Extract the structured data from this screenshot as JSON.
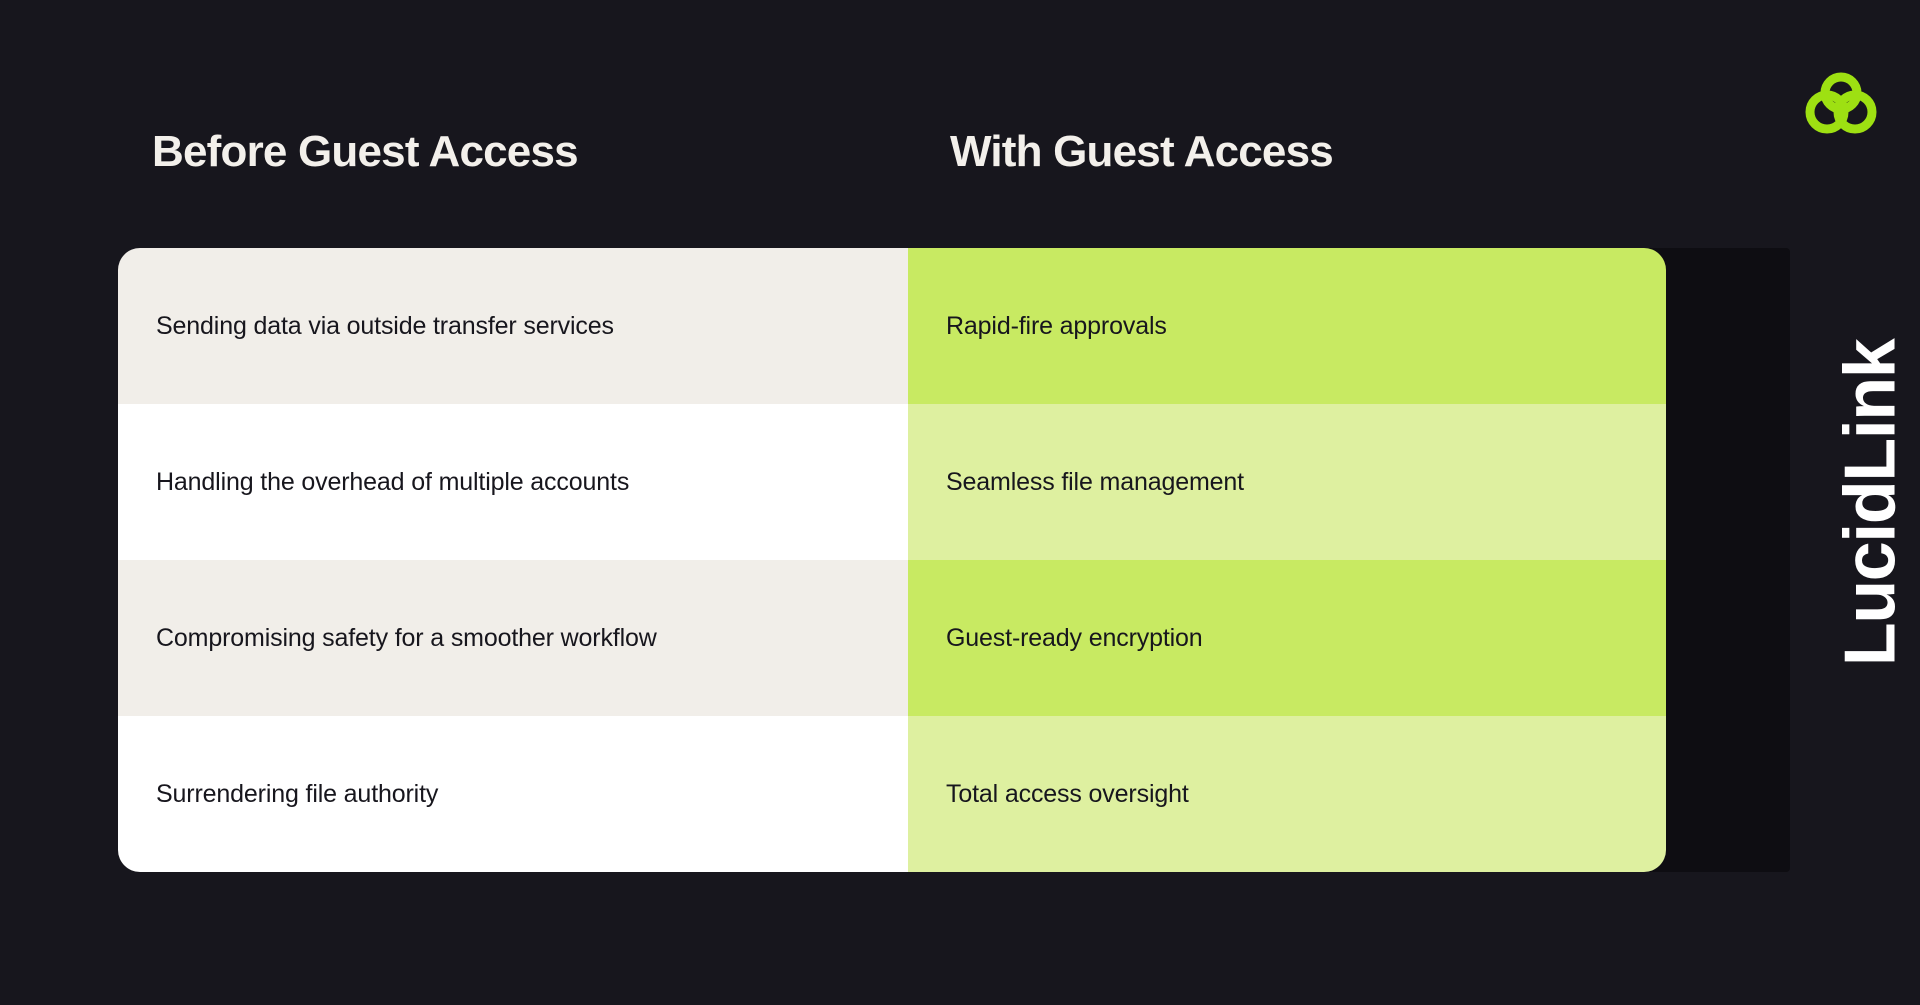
{
  "theme": {
    "background": "#17161D",
    "offset_panel": "#0E0D12",
    "brand_green": "#9EE012",
    "green_strong": "#C8EA62",
    "green_soft": "#DEF0A0",
    "cell_offwhite": "#F1EEE9",
    "cell_white": "#FFFFFF",
    "heading_color": "#F3F0EB",
    "text_color": "#17161D"
  },
  "brand": {
    "logo_icon": "lucidlink-cloud-logo-icon",
    "wordmark": "LucidLink"
  },
  "comparison": {
    "columns": [
      {
        "key": "before",
        "heading": "Before Guest Access"
      },
      {
        "key": "with",
        "heading": "With Guest Access"
      }
    ],
    "rows": [
      {
        "before": "Sending data via outside transfer services",
        "with": "Rapid-fire approvals"
      },
      {
        "before": "Handling the overhead of multiple accounts",
        "with": "Seamless file management"
      },
      {
        "before": "Compromising safety for a smoother workflow",
        "with": "Guest-ready encryption"
      },
      {
        "before": "Surrendering file authority",
        "with": "Total access oversight"
      }
    ]
  }
}
